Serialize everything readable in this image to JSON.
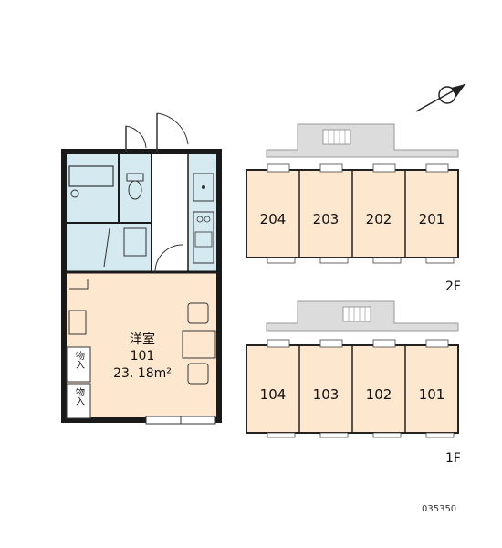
{
  "floor_plan": {
    "room_type": "洋室",
    "room_number": "101",
    "area": "23. 18m²",
    "closet_labels": [
      "物入",
      "物入"
    ]
  },
  "building": {
    "floors": [
      {
        "label": "2F",
        "units": [
          "204",
          "203",
          "202",
          "201"
        ]
      },
      {
        "label": "1F",
        "units": [
          "104",
          "103",
          "102",
          "101"
        ]
      }
    ]
  },
  "property_code": "035350",
  "icons": [
    "compass-north-arrow-icon",
    "stairs-icon"
  ],
  "colors": {
    "room_fill": "#fde8cf",
    "wet_area_fill": "#d4eaf0",
    "corridor_fill": "#dcdcdc",
    "wall": "#1a1a1a"
  }
}
